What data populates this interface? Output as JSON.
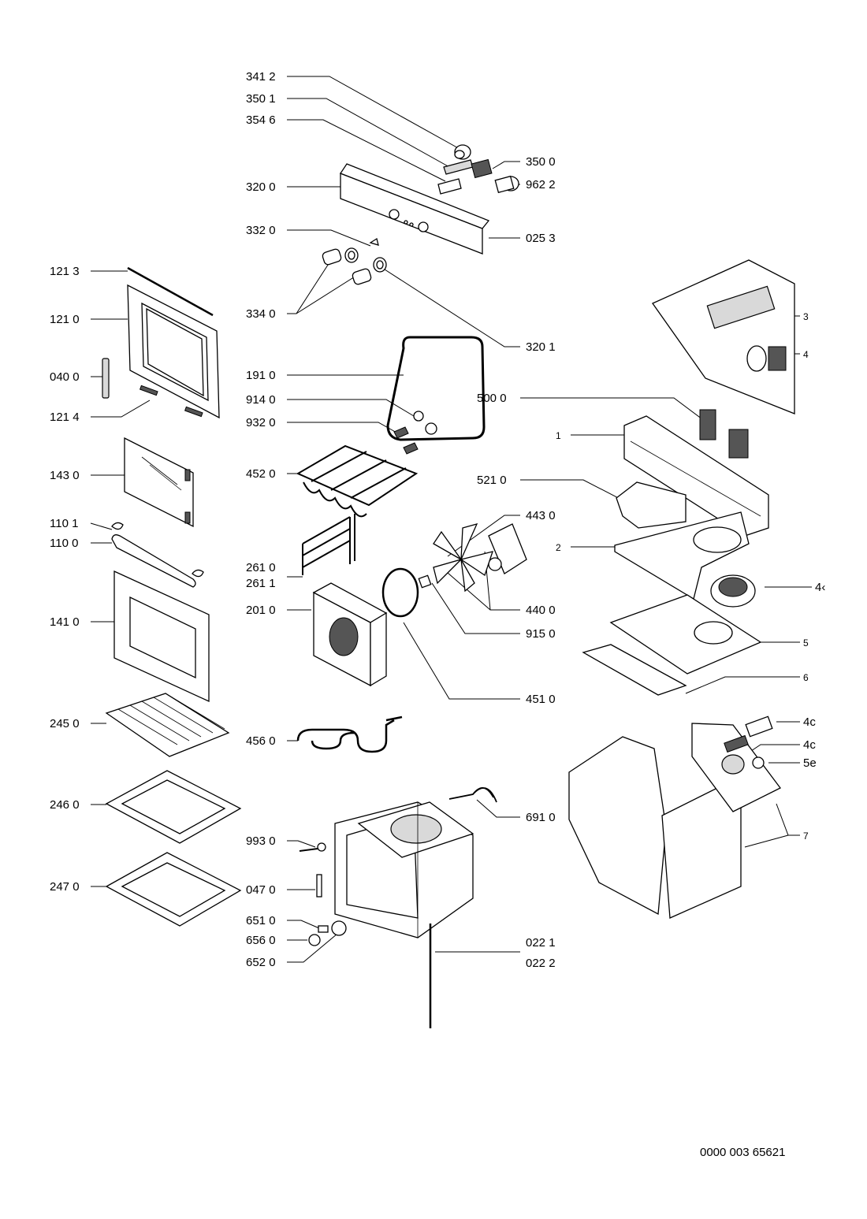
{
  "diagram": {
    "drawing_number": "0000 003 65621",
    "callouts": {
      "c3412": "341 2",
      "c3501": "350 1",
      "c3546": "354 6",
      "c3500": "350 0",
      "c9622": "962 2",
      "c3200": "320 0",
      "c0253": "025 3",
      "c3320": "332 0",
      "c3340": "334 0",
      "c3201": "320 1",
      "c1213": "121 3",
      "c1210": "121 0",
      "c0400": "040 0",
      "c1214": "121 4",
      "c1910": "191 0",
      "c9140": "914 0",
      "c9320": "932 0",
      "c4520": "452 0",
      "c1430": "143 0",
      "c1101": "110 1",
      "c1100": "110 0",
      "c2610": "261 0",
      "c2611": "261 1",
      "c4430": "443 0",
      "c1410": "141 0",
      "c2010": "201 0",
      "c4400": "440 0",
      "c9150": "915 0",
      "c4510": "451 0",
      "c2450": "245 0",
      "c4560": "456 0",
      "c2460": "246 0",
      "c6910": "691 0",
      "c9930": "993 0",
      "c2470": "247 0",
      "c0470": "047 0",
      "c6510": "651 0",
      "c6560": "656 0",
      "c6520": "652 0",
      "c0221": "022 1",
      "c0222": "022 2",
      "c5000": "500 0",
      "c5210": "521 0",
      "r3": "3",
      "r4": "4",
      "r1": "1",
      "r2": "2",
      "r44": "4‹",
      "r5": "5",
      "r6": "6",
      "r49a": "4с",
      "r49b": "4с",
      "r55": "5е",
      "r7": "7"
    }
  }
}
